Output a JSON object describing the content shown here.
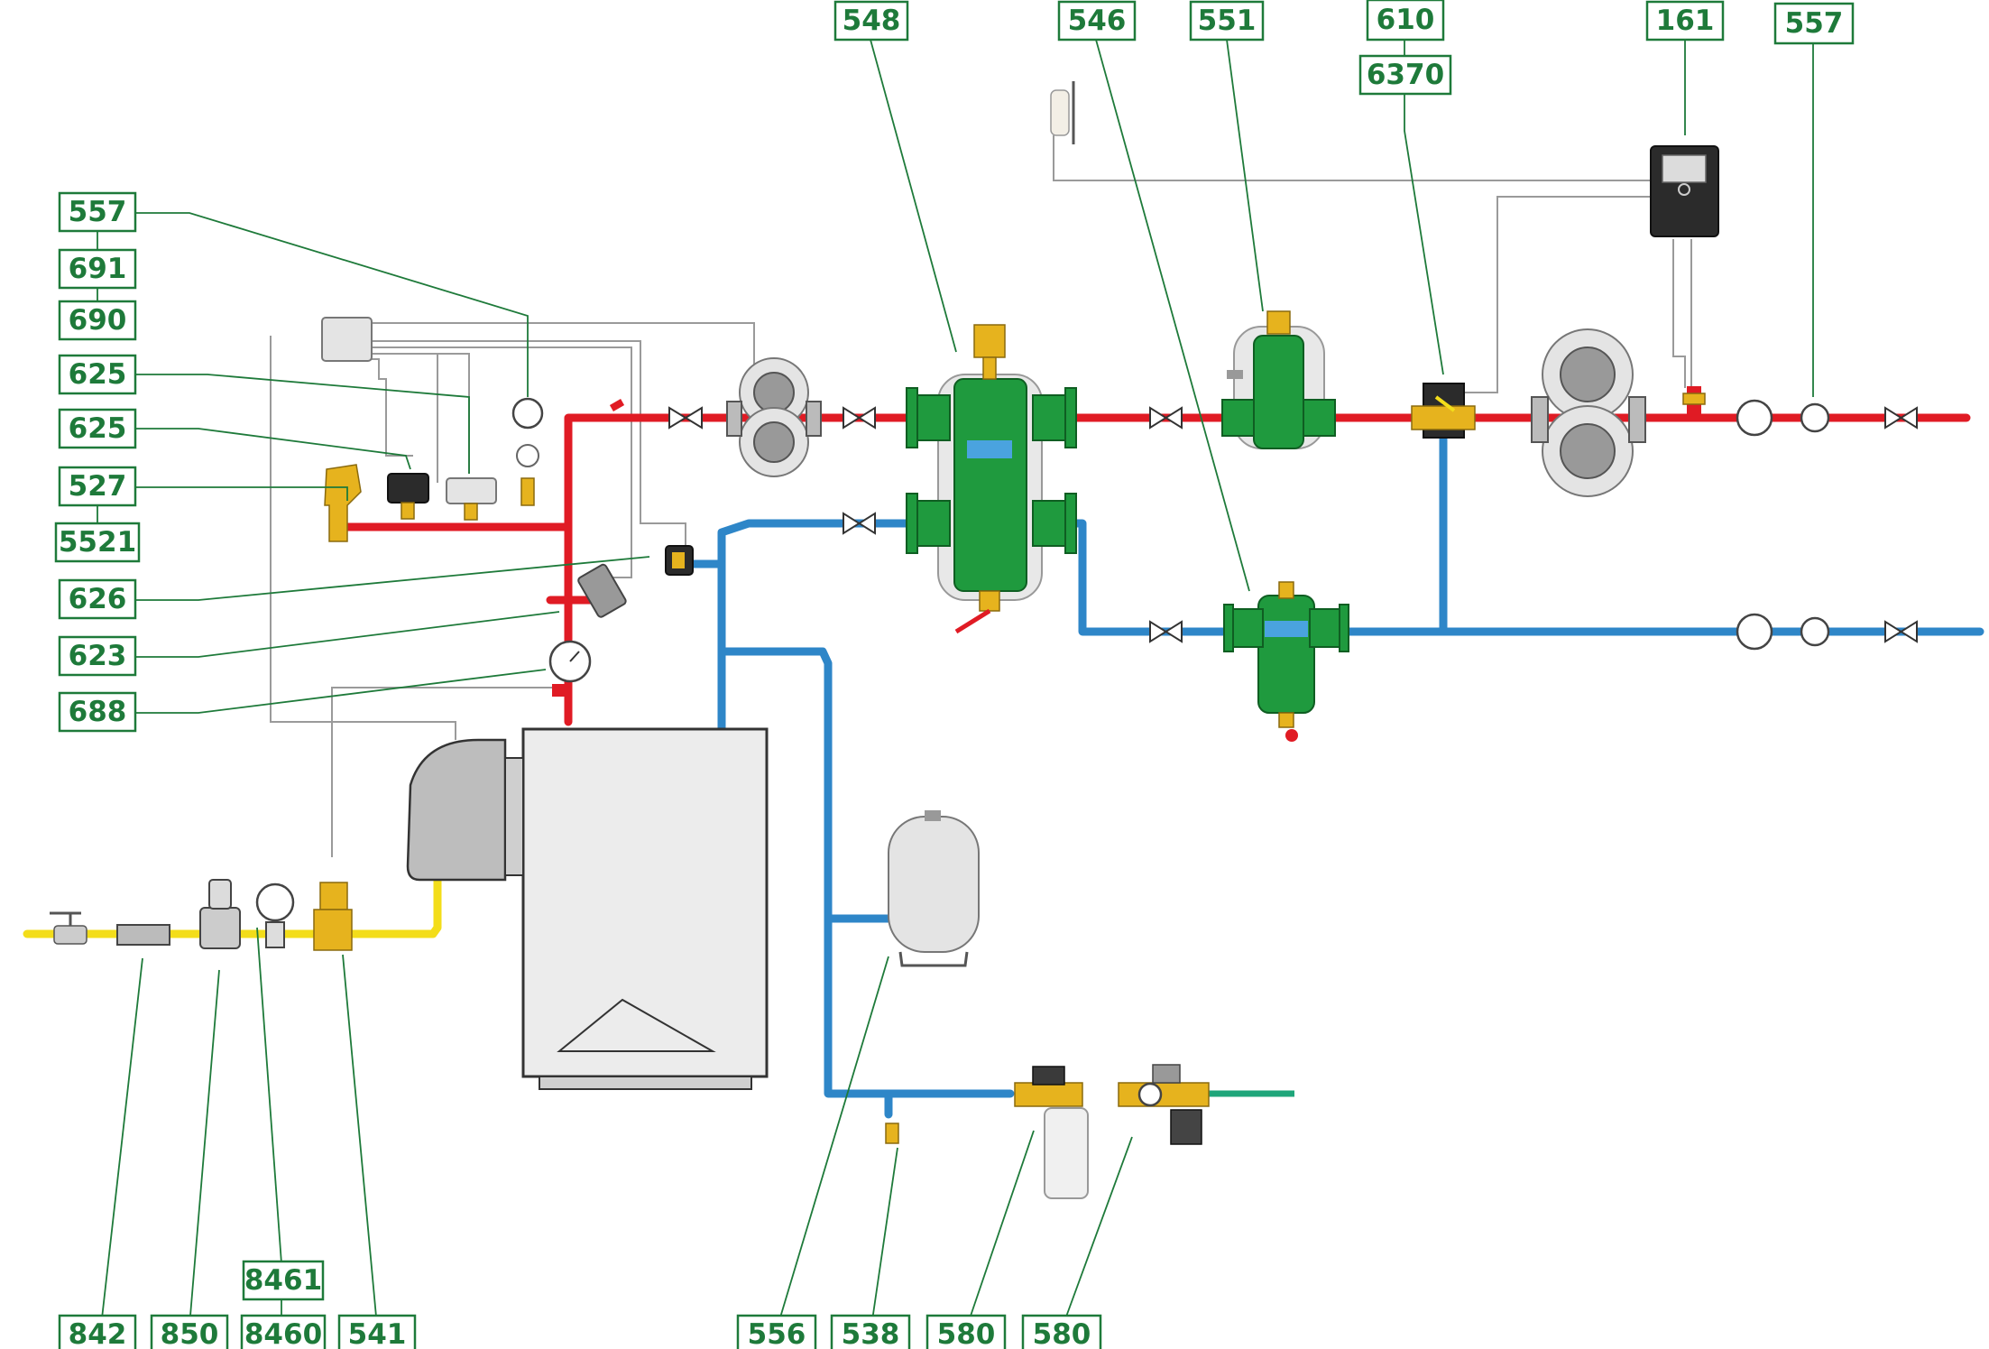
{
  "labels": [
    {
      "id": "lbl-548",
      "text": "548"
    },
    {
      "id": "lbl-546",
      "text": "546"
    },
    {
      "id": "lbl-551",
      "text": "551"
    },
    {
      "id": "lbl-610",
      "text": "610"
    },
    {
      "id": "lbl-6370",
      "text": "6370"
    },
    {
      "id": "lbl-161",
      "text": "161"
    },
    {
      "id": "lbl-557-top",
      "text": "557"
    },
    {
      "id": "lbl-557-left",
      "text": "557"
    },
    {
      "id": "lbl-691",
      "text": "691"
    },
    {
      "id": "lbl-690",
      "text": "690"
    },
    {
      "id": "lbl-625-a",
      "text": "625"
    },
    {
      "id": "lbl-625-b",
      "text": "625"
    },
    {
      "id": "lbl-527",
      "text": "527"
    },
    {
      "id": "lbl-5521",
      "text": "5521"
    },
    {
      "id": "lbl-626",
      "text": "626"
    },
    {
      "id": "lbl-623",
      "text": "623"
    },
    {
      "id": "lbl-688",
      "text": "688"
    },
    {
      "id": "lbl-842",
      "text": "842"
    },
    {
      "id": "lbl-850",
      "text": "850"
    },
    {
      "id": "lbl-8461",
      "text": "8461"
    },
    {
      "id": "lbl-8460",
      "text": "8460"
    },
    {
      "id": "lbl-541",
      "text": "541"
    },
    {
      "id": "lbl-556",
      "text": "556"
    },
    {
      "id": "lbl-538",
      "text": "538"
    },
    {
      "id": "lbl-580-a",
      "text": "580"
    },
    {
      "id": "lbl-580-b",
      "text": "580"
    }
  ],
  "colors": {
    "label_green": "#1e7a3a",
    "flow_red": "#e01b24",
    "return_blue": "#2e86c8",
    "gas_yellow": "#f3dd1a",
    "cold_water_green": "#1fa67a",
    "device_green": "#1f9a3e",
    "brass": "#e6b31e"
  }
}
